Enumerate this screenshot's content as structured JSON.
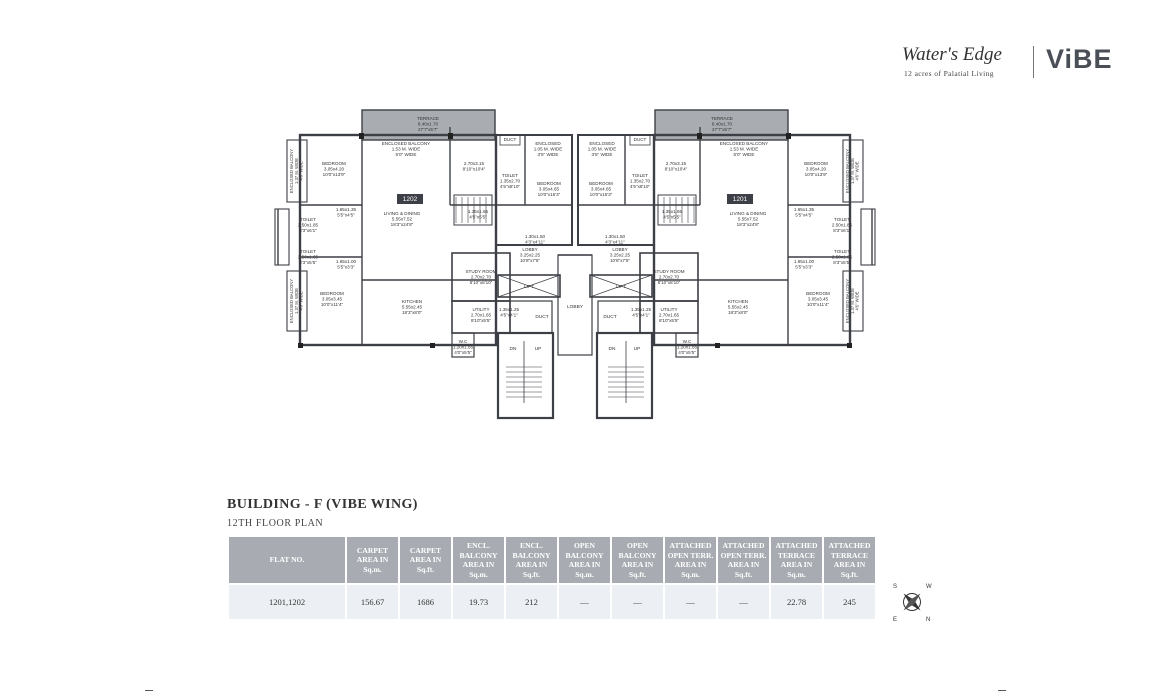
{
  "logo": {
    "script": "Water's Edge",
    "tagline": "12 acres of Palatial Living",
    "brand": "ViBE"
  },
  "plan": {
    "flats": [
      "1202",
      "1201"
    ],
    "rooms": {
      "terrace_l": [
        "TERRACE",
        "8.40x1.70",
        "27'7\"x5'7\""
      ],
      "terrace_r": [
        "TERRACE",
        "8.40x1.70",
        "27'7\"x5'7\""
      ],
      "encl_balc_top_l": [
        "ENCLOSED BALCONY",
        "1.53 M. WIDE",
        "5'0\" WIDE"
      ],
      "encl_balc_top_r": [
        "ENCLOSED BALCONY",
        "1.53 M. WIDE",
        "5'0\" WIDE"
      ],
      "encl_mid_l": [
        "ENCLOSED",
        "1.05 M. WIDE",
        "3'5\" WIDE"
      ],
      "encl_mid_r": [
        "ENCLOSED",
        "1.05 M. WIDE",
        "3'5\" WIDE"
      ],
      "bed_top_l": [
        "BEDROOM",
        "3.05x4.20",
        "10'0\"x13'9\""
      ],
      "bed_top_r": [
        "BEDROOM",
        "3.05x4.20",
        "10'0\"x13'9\""
      ],
      "living_l": [
        "LIVING & DINING",
        "5.55x7.52",
        "18'3\"x24'8\""
      ],
      "living_r": [
        "LIVING & DINING",
        "5.55x7.52",
        "18'3\"x24'8\""
      ],
      "dining_ext_l": [
        "2.70x3.15",
        "8'10\"x10'4\""
      ],
      "dining_ext_r": [
        "2.70x3.15",
        "8'10\"x10'4\""
      ],
      "toilet_c_l": [
        "TOILET",
        "1.35x2.70",
        "4'5\"x8'10\""
      ],
      "toilet_c_r": [
        "TOILET",
        "1.35x2.70",
        "4'5\"x8'10\""
      ],
      "bed_c_l": [
        "BEDROOM",
        "3.05x4.65",
        "10'0\"x15'3\""
      ],
      "bed_c_r": [
        "BEDROOM",
        "3.05x4.65",
        "10'0\"x15'3\""
      ],
      "duct_tl": [
        "DUCT"
      ],
      "duct_tr": [
        "DUCT"
      ],
      "toilet_o_l1": [
        "TOILET",
        "2.50x1.85",
        "8'3\"x6'1\""
      ],
      "toilet_o_r1": [
        "TOILET",
        "2.50x1.85",
        "8'3\"x6'1\""
      ],
      "toilet_o_l2": [
        "TOILET",
        "2.50x1.65",
        "8'3\"x5'5\""
      ],
      "toilet_o_r2": [
        "TOILET",
        "2.50x1.65",
        "8'3\"x5'5\""
      ],
      "small_l1": [
        "1.65x1.35",
        "5'5\"x4'5\""
      ],
      "small_r1": [
        "1.65x1.35",
        "5'5\"x4'5\""
      ],
      "small_l2": [
        "1.65x1.00",
        "5'5\"x3'3\""
      ],
      "small_r2": [
        "1.65x1.00",
        "5'5\"x3'3\""
      ],
      "small_l3": [
        "1.35x1.65",
        "4'5\"x5'5\""
      ],
      "small_r3": [
        "1.35x1.65",
        "4'5\"x5'5\""
      ],
      "bed_bot_l": [
        "BEDROOM",
        "3.05x3.45",
        "10'0\"x11'4\""
      ],
      "bed_bot_r": [
        "BEDROOM",
        "3.05x3.45",
        "10'0\"x11'4\""
      ],
      "kitchen_l": [
        "KITCHEN",
        "5.55x2.45",
        "18'3\"x8'0\""
      ],
      "kitchen_r": [
        "KITCHEN",
        "5.55x2.45",
        "18'3\"x8'0\""
      ],
      "lobby_l": [
        "LOBBY",
        "3.25x2.25",
        "10'8\"x7'5\""
      ],
      "lobby_r": [
        "LOBBY",
        "3.25x2.25",
        "10'8\"x7'5\""
      ],
      "lobby_small_l": [
        "1.30x1.50",
        "4'3\"x4'11\""
      ],
      "lobby_small_r": [
        "1.30x1.50",
        "4'3\"x4'11\""
      ],
      "study_l": [
        "STUDY ROOM",
        "2.70x2.70",
        "8'10\"x8'10\""
      ],
      "study_r": [
        "STUDY ROOM",
        "2.70x2.70",
        "8'10\"x8'10\""
      ],
      "utility_l": [
        "UTILITY",
        "2.70x1.65",
        "8'10\"x5'5\""
      ],
      "utility_r": [
        "UTILITY",
        "2.70x1.65",
        "8'10\"x5'5\""
      ],
      "small_u_l": [
        "1.35x1.25",
        "4'5\"x4'1\""
      ],
      "small_u_r": [
        "1.35x1.25",
        "4'5\"x4'1\""
      ],
      "wc_l": [
        "W.C",
        "1.20x1.65",
        "4'0\"x5'5\""
      ],
      "wc_r": [
        "W.C",
        "1.20x1.65",
        "4'0\"x5'5\""
      ],
      "ebalc_v_lt": [
        "ENCLOSED BALCONY",
        "1.37 M. WIDE",
        "4'6\" WIDE"
      ],
      "ebalc_v_rt": [
        "ENCLOSED BALCONY",
        "1.37 M. WIDE",
        "4'6\" WIDE"
      ],
      "ebalc_v_lb": [
        "ENCLOSED BALCONY",
        "1.37 M. WIDE",
        "4'6\" WIDE"
      ],
      "ebalc_v_rb": [
        "ENCLOSED BALCONY",
        "1.37 M. WIDE",
        "4'6\" WIDE"
      ]
    },
    "lift_l": "LIFT",
    "lift_r": "LIFT",
    "lobby_center": "LOBBY",
    "duct_l": "DUCT",
    "duct_r": "DUCT",
    "stair_l_dn": "DN",
    "stair_l_up": "UP",
    "stair_r_dn": "DN",
    "stair_r_up": "UP"
  },
  "title": "BUILDING - F (VIBE WING)",
  "subtitle": "12TH FLOOR PLAN",
  "table": {
    "headers": [
      "FLAT NO.",
      "CARPET AREA IN Sq.m.",
      "CARPET AREA IN Sq.ft.",
      "ENCL. BALCONY AREA IN Sq.m.",
      "ENCL. BALCONY AREA IN Sq.ft.",
      "OPEN BALCONY AREA IN Sq.m.",
      "OPEN BALCONY AREA IN Sq.ft.",
      "ATTACHED OPEN TERR. AREA IN Sq.m.",
      "ATTACHED OPEN TERR. AREA IN Sq.ft.",
      "ATTACHED TERRACE AREA IN Sq.m.",
      "ATTACHED TERRACE AREA IN Sq.ft."
    ],
    "rows": [
      [
        "1201,1202",
        "156.67",
        "1686",
        "19.73",
        "212",
        "—",
        "—",
        "—",
        "—",
        "22.78",
        "245"
      ]
    ]
  },
  "compass": {
    "s": "S",
    "w": "W",
    "e": "E",
    "n": "N"
  }
}
